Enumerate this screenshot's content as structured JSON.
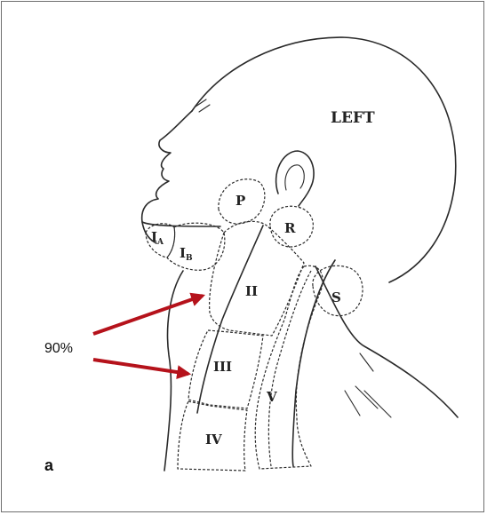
{
  "figure": {
    "side_label": "LEFT",
    "panel_label": "a",
    "percentage_label": "90%",
    "arrow_color": "#b5121b"
  },
  "regions": {
    "ia": "I",
    "ia_sub": "A",
    "ib": "I",
    "ib_sub": "B",
    "ii": "II",
    "iii": "III",
    "iv": "IV",
    "v": "V",
    "p": "P",
    "r": "R",
    "s": "S"
  }
}
